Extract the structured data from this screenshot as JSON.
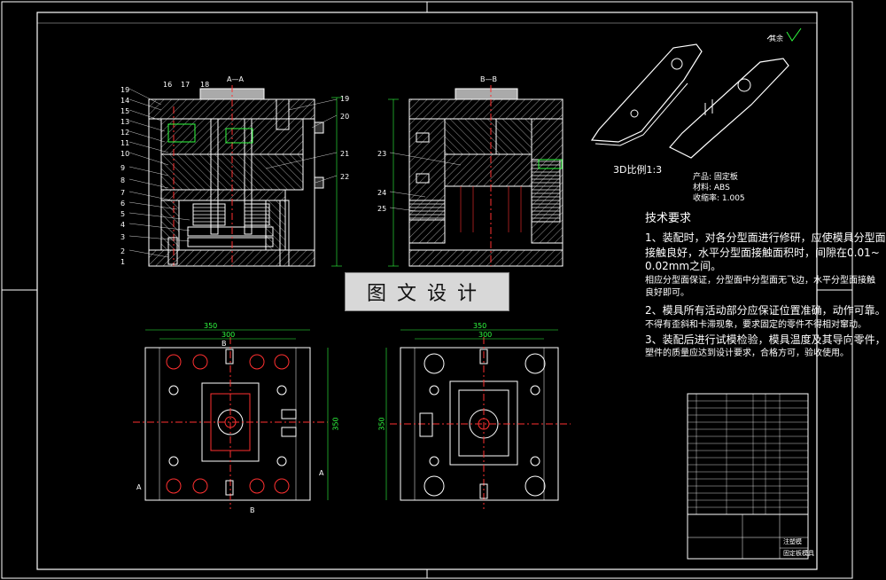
{
  "watermark": "图文设计",
  "roughness_note": "其余",
  "scale_label": "3D比例1:3",
  "product_info": {
    "product": "产品: 固定板",
    "material": "材料: ABS",
    "shrinkage": "收缩率: 1.005"
  },
  "tech_requirements": {
    "title": "技术要求",
    "lines": [
      "1、装配时，对各分型面进行修研，应使模具分型面",
      "接触良好，水平分型面接触面积时，间隙在0.01~",
      "0.02mm之间。",
      "相应分型面保证，分型面中分型面无飞边，水平分型面接触",
      "良好即可。",
      "2、模具所有活动部分应保证位置准确，动作可靠。",
      "不得有歪斜和卡滞现象，要求固定的零件不得相对窜动。",
      "3、装配后进行试模检验，模具温度及其导向零件，",
      "塑件的质量应达到设计要求，合格方可，验收使用。"
    ]
  },
  "views": {
    "section_aa": "A—A",
    "section_bb": "B—B",
    "dim_left_outer": "350",
    "dim_left_inner": "300",
    "dim_right_outer": "350",
    "dim_right_inner": "300",
    "dim_height_left": "350",
    "dim_height_right": "350",
    "marker_a": "A",
    "marker_b": "B"
  },
  "part_numbers_left": [
    "19",
    "14",
    "15",
    "13",
    "12",
    "11",
    "10",
    "9",
    "8",
    "7",
    "6",
    "5",
    "4",
    "3",
    "2",
    "1"
  ],
  "part_numbers_top": [
    "16",
    "17",
    "18"
  ],
  "part_numbers_right": [
    "19",
    "20",
    "21",
    "22"
  ],
  "part_numbers_bb": [
    "23",
    "24",
    "25"
  ],
  "title_block": {
    "drawing_title": "注塑模",
    "drawing_no": "固定板模具"
  },
  "colors": {
    "background": "#000000",
    "line": "#ffffff",
    "center": "#ff3030",
    "accent_green": "#30ff40",
    "hatch": "#cfcfcf"
  }
}
